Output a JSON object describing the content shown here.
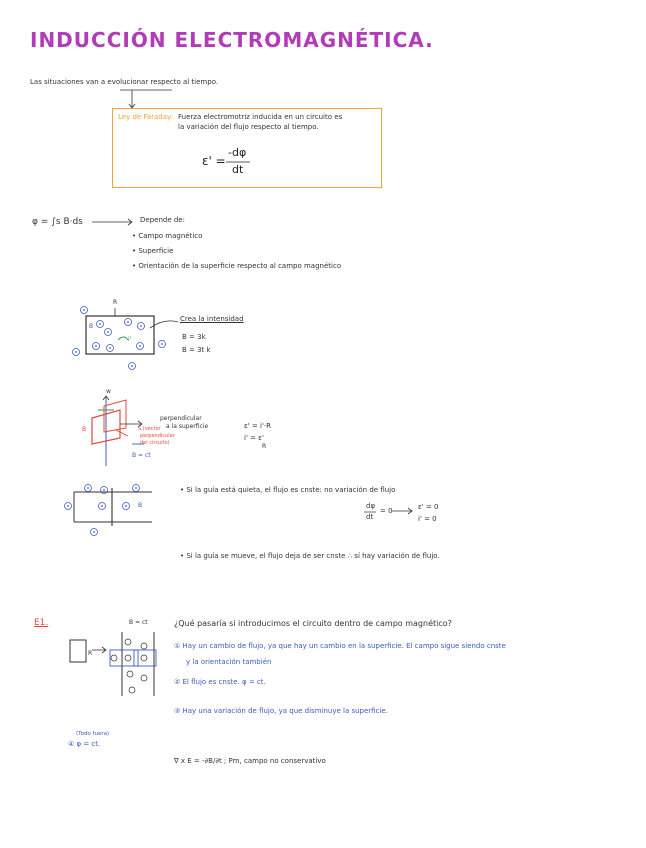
{
  "page": {
    "title": "INDUCCIÓN ELECTROMAGNÉTICA.",
    "intro": "Las situaciones van a evolucionar respecto al tiempo.",
    "law": {
      "label": "Ley de Faraday:",
      "line1": "Fuerza electromotriz inducida en un circuito es",
      "line2": "la variación del flujo respecto al tiempo.",
      "formula_lhs": "ε' =",
      "formula_num": "-dφ",
      "formula_den": "dt"
    },
    "flux": {
      "formula": "φ = ∫s B·ds",
      "depends": "Depende de:",
      "items": [
        "Campo magnético",
        "Superficie",
        "Orientación de la superficie respecto al campo magnético"
      ]
    },
    "diagram1": {
      "r_label": "R",
      "b_label": "B",
      "i_label": "i'",
      "note": "Crea la intensidad",
      "eq1": "B = 3k",
      "eq2": "B = 3t k"
    },
    "diagram2": {
      "w_label": "w",
      "b_label": "B",
      "s_label": "S (vector",
      "s_label2": "perpendicular",
      "s_label3": "del circuito)",
      "note1": "perpendicular",
      "note2": "a la superficie",
      "b_ct": "B = ct",
      "eq1": "ε' = i'·R",
      "eq2": "i' = ε'",
      "eq2_den": "R"
    },
    "diagram3": {
      "b_label": "B",
      "line1": "• Si la guía está quieta, el flujo es cnste: no variación de flujo",
      "frac_num": "dφ",
      "frac_den": "dt",
      "frac_eq": "= 0",
      "res1": "ε' = 0",
      "res2": "i' = 0",
      "line2": "• Si la guía se mueve, el flujo deja de ser cnste ∴ sí hay variación de flujo."
    },
    "exercise": {
      "label": "E1.",
      "b_ct": "B = ct",
      "r_label": "R",
      "question": "¿Qué pasaría si introducimos el circuito dentro de campo magnético?",
      "a1_line1": "① Hay un cambio de flujo, ya que hay un cambio en la superficie. El campo sigue siendo cnste",
      "a1_line2": "y la orientación también",
      "a2": "② El flujo es cnste. φ = ct.",
      "a3": "③ Hay una variación de flujo, ya que disminuye la superficie.",
      "a4_note": "(Todo fuera)",
      "a4": "④ φ = ct.",
      "footer": "∇ x E = -∂B/∂t ; Pm, campo no conservativo"
    }
  }
}
